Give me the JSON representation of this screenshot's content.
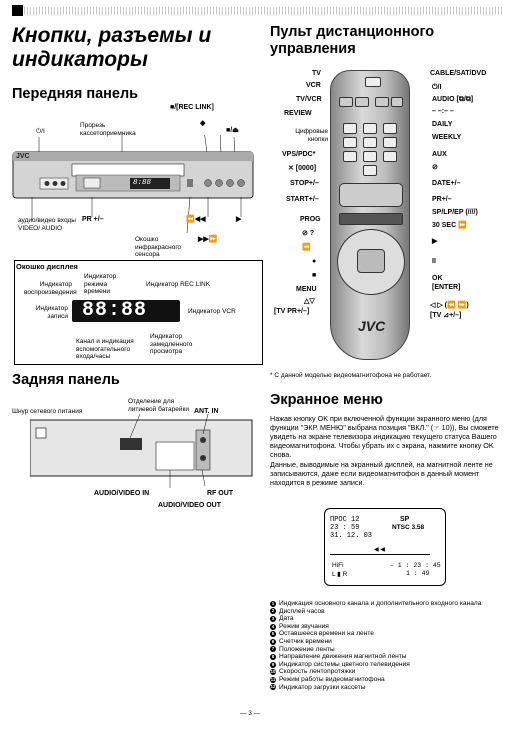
{
  "header": {
    "title_line1": "Кнопки, разъемы и",
    "title_line2": "индикаторы"
  },
  "front_panel": {
    "title": "Передняя панель",
    "brand": "JVC",
    "clock": "8:88",
    "labels": {
      "standby": "⏻/I",
      "slot": "Прорезь кассетоприемника",
      "rec_link": "■/[REC LINK]",
      "diamond": "◆",
      "stop_eject": "■/⏏",
      "av_inputs": "аудио/видео входы VIDEO/ AUDIO",
      "pr": "PR +/–",
      "sensor": "Окошко инфракрасного сенсора",
      "rew": "⏪◀◀",
      "ff": "▶▶⏩",
      "play": "▶"
    }
  },
  "display_window": {
    "title": "Окошко дисплея",
    "digits": "88:88",
    "labels": {
      "playback": "Индикатор воспроизведения",
      "mode": "Индикатор режима времени",
      "rec": "Индикатор записи",
      "rec_link": "Индикатор REC LINK",
      "vcr": "Индикатор VCR",
      "channel": "Канал и индикация вспомогательного входа/часы",
      "slow": "Индикатор замедленного просмотра"
    }
  },
  "rear_panel": {
    "title": "Задняя панель",
    "labels": {
      "cord": "Шнур сетевого питания",
      "battery": "Отделение для литиевой батарейки",
      "ant_in": "ANT. IN",
      "av_in": "AUDIO/VIDEO IN",
      "rf_out": "RF OUT",
      "av_out": "AUDIO/VIDEO OUT"
    }
  },
  "remote": {
    "title_line1": "Пульт дистанционного",
    "title_line2": "управления",
    "brand": "JVC",
    "left_labels": [
      "TV",
      "VCR",
      "TV/VCR",
      "REVIEW",
      "Цифровые кнопки",
      "VPS/PDC*",
      "✕ [0000]",
      "STOP+/–",
      "START+/–",
      "PROG",
      "⊘ ?",
      "⏪",
      "●",
      "■",
      "MENU",
      "△▽",
      "[TV PR+/–]"
    ],
    "right_labels": [
      "CABLE/SAT/DVD",
      "⏻/I",
      "AUDIO [⧉/⧉]",
      "– –:– –",
      "DAILY",
      "WEEKLY",
      "AUX",
      "⊘",
      "DATE+/–",
      "PR+/–",
      "SP/LP/EP (////)",
      "30 SEC ⏩",
      "▶",
      "II",
      "OK",
      "[ENTER]",
      "◁ ▷ (⏪ ⏩)",
      "[TV ⊿+/–]"
    ],
    "footnote": "*  С данной моделью видеомагнитофона не работает."
  },
  "onscreen_menu": {
    "title": "Экранное меню",
    "para1": "Нажав кнопку OK при включенной функции экранного меню (для функции \"ЭКР. МЕНЮ\" выбрана позиция \"ВКЛ.\" (☞ 10)), Вы сможете увидеть на экране телевизора индикацию текущего статуса Вашего видеомагнитофона. Чтобы убрать их с экрана, нажмите кнопку OK снова.",
    "para2": "Данные, выводимые на экранный дисплей, на магнитной ленте не записываются, даже если видеомагнитофон в данный момент находится в режиме записи.",
    "screen": {
      "prog": "ПРОС 12",
      "time": "23 : 59",
      "date": "31. 12. 03",
      "sp": "SP",
      "ntsc": "NTSC 3.58",
      "hifi": "HiFi",
      "lr": "L ▮ R",
      "remaining": "– 1 : 23 : 45",
      "counter": "1 : 49",
      "arrow": "◀ ◀"
    },
    "legend": [
      "Индикация основного канала и дополнительного входного канала",
      "Дисплей часов",
      "Дата",
      "Режим звучания",
      "Оставшееся времени на ленте",
      "Счетчик времени",
      "Положение ленты",
      "Направление движения магнитной ленты",
      "Индикатор системы цветного телевидения",
      "Скорость лентопротяжки",
      "Режим работы видеомагнитофона",
      "Индикатор загрузки кассеты"
    ]
  },
  "footer": {
    "page": "— 3 —"
  }
}
